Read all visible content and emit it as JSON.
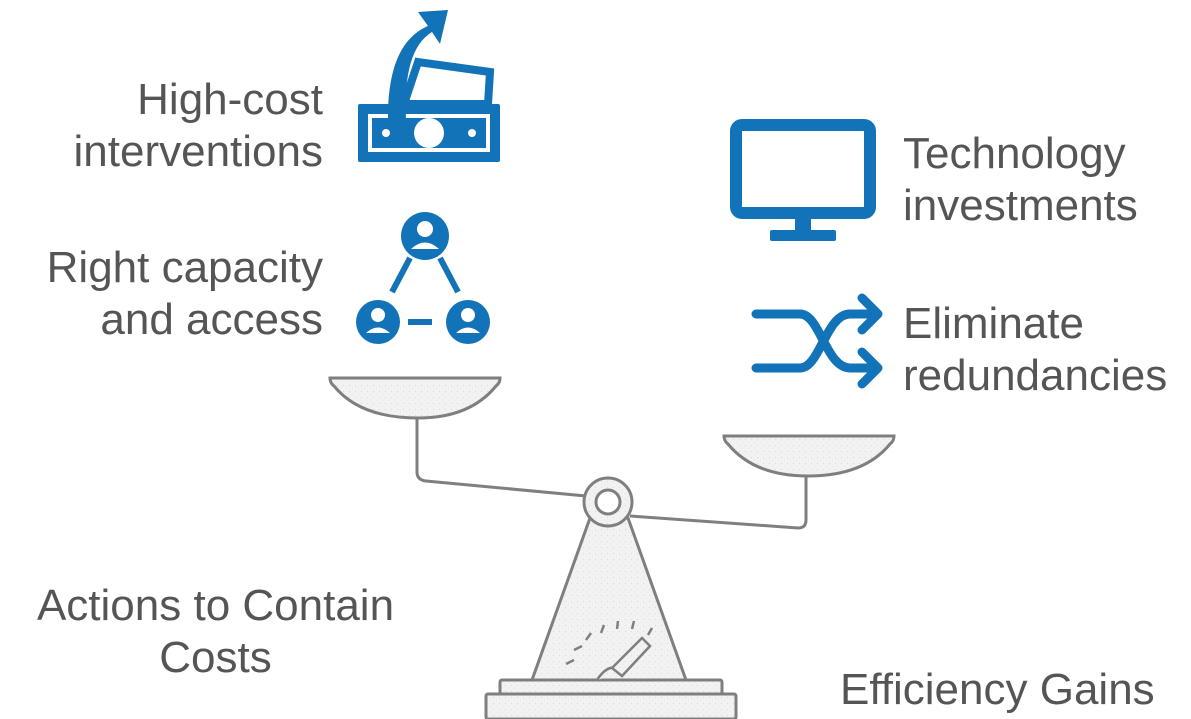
{
  "colors": {
    "icon_blue": "#1273b8",
    "scale_stroke": "#7f7f7f",
    "scale_fill": "#f0f0f0",
    "text": "#555555"
  },
  "left": {
    "items": [
      {
        "icon": "money-icon",
        "line1": "High-cost",
        "line2": "interventions"
      },
      {
        "icon": "people-network-icon",
        "line1": "Right capacity",
        "line2": "and access"
      }
    ],
    "title_line1": "Actions to Contain",
    "title_line2": "Costs"
  },
  "right": {
    "items": [
      {
        "icon": "monitor-icon",
        "line1": "Technology",
        "line2": "investments"
      },
      {
        "icon": "shuffle-icon",
        "line1": "Eliminate",
        "line2": "redundancies"
      }
    ],
    "title": "Efficiency Gains"
  }
}
